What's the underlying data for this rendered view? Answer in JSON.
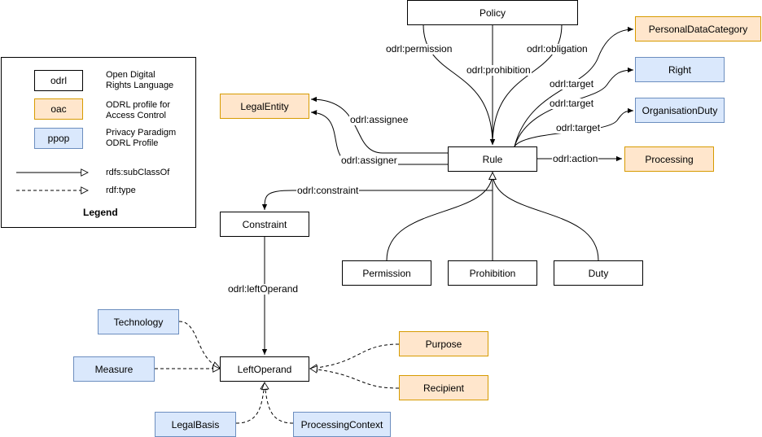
{
  "nodes": {
    "policy": "Policy",
    "rule": "Rule",
    "legal_entity": "LegalEntity",
    "personal_data_category": "PersonalDataCategory",
    "right": "Right",
    "organisation_duty": "OrganisationDuty",
    "processing": "Processing",
    "constraint": "Constraint",
    "permission": "Permission",
    "prohibition": "Prohibition",
    "duty": "Duty",
    "left_operand": "LeftOperand",
    "technology": "Technology",
    "measure": "Measure",
    "legal_basis": "LegalBasis",
    "processing_context": "ProcessingContext",
    "purpose": "Purpose",
    "recipient": "Recipient"
  },
  "edges": {
    "permission": "odrl:permission",
    "prohibition": "odrl:prohibition",
    "obligation": "odrl:obligation",
    "target1": "odrl:target",
    "target2": "odrl:target",
    "target3": "odrl:target",
    "assignee": "odrl:assignee",
    "assigner": "odrl:assigner",
    "action": "odrl:action",
    "constraint": "odrl:constraint",
    "left_operand": "odrl:leftOperand"
  },
  "legend": {
    "title": "Legend",
    "odrl_box": "odrl",
    "odrl_text": "Open Digital\nRights Language",
    "oac_box": "oac",
    "oac_text": "ODRL profile for\n Access Control",
    "ppop_box": "ppop",
    "ppop_text": "Privacy Paradigm\nODRL Profile",
    "subclass_text": "rdfs:subClassOf",
    "type_text": "rdf:type"
  },
  "colors": {
    "oac_fill": "#ffe6cc",
    "oac_stroke": "#d79b00",
    "ppop_fill": "#dae8fc",
    "ppop_stroke": "#6c8ebf"
  }
}
